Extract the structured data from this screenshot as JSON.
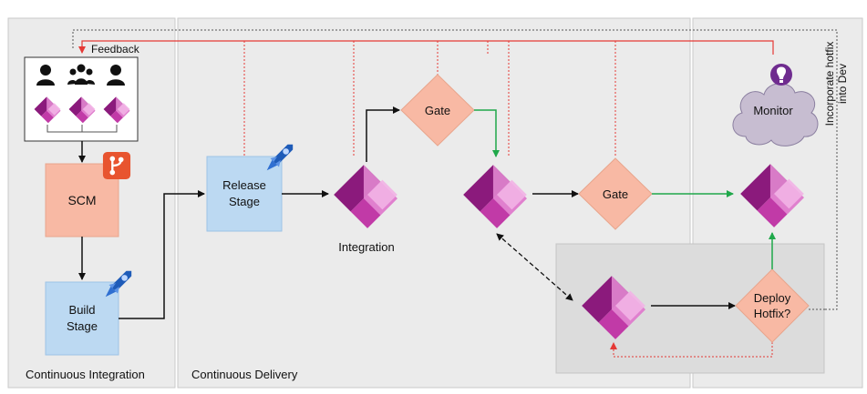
{
  "sections": {
    "ci_label": "Continuous Integration",
    "cd_label": "Continuous Delivery"
  },
  "labels": {
    "feedback": "Feedback",
    "scm": "SCM",
    "build_line1": "Build",
    "build_line2": "Stage",
    "release_line1": "Release",
    "release_line2": "Stage",
    "integration": "Integration",
    "gate_top": "Gate",
    "gate_mid": "Gate",
    "monitor": "Monitor",
    "deploy_line1": "Deploy",
    "deploy_line2": "Hotfix?",
    "hotfix_line1": "Incorporate hotfix",
    "hotfix_line2": "into Dev"
  },
  "colors": {
    "panel": "#ebebeb",
    "panel_border": "#c9c9c9",
    "hotfix_panel": "#dcdcdc",
    "scm_fill": "#f8b9a4",
    "stage_fill": "#bcd9f2",
    "gate_fill": "#f8b9a4",
    "red_line": "#e53935",
    "green_line": "#1fa84a",
    "magenta_dark": "#8b1a7c",
    "magenta_mid": "#c13aa7",
    "magenta_light": "#e58dd5"
  },
  "icons": {
    "powerapps": "power-apps-logo-icon",
    "git": "git-icon",
    "pipelines": "azure-pipelines-icon",
    "cloud": "cloud-icon",
    "lightbulb": "lightbulb-icon",
    "person": "person-icon",
    "people": "people-group-icon"
  }
}
